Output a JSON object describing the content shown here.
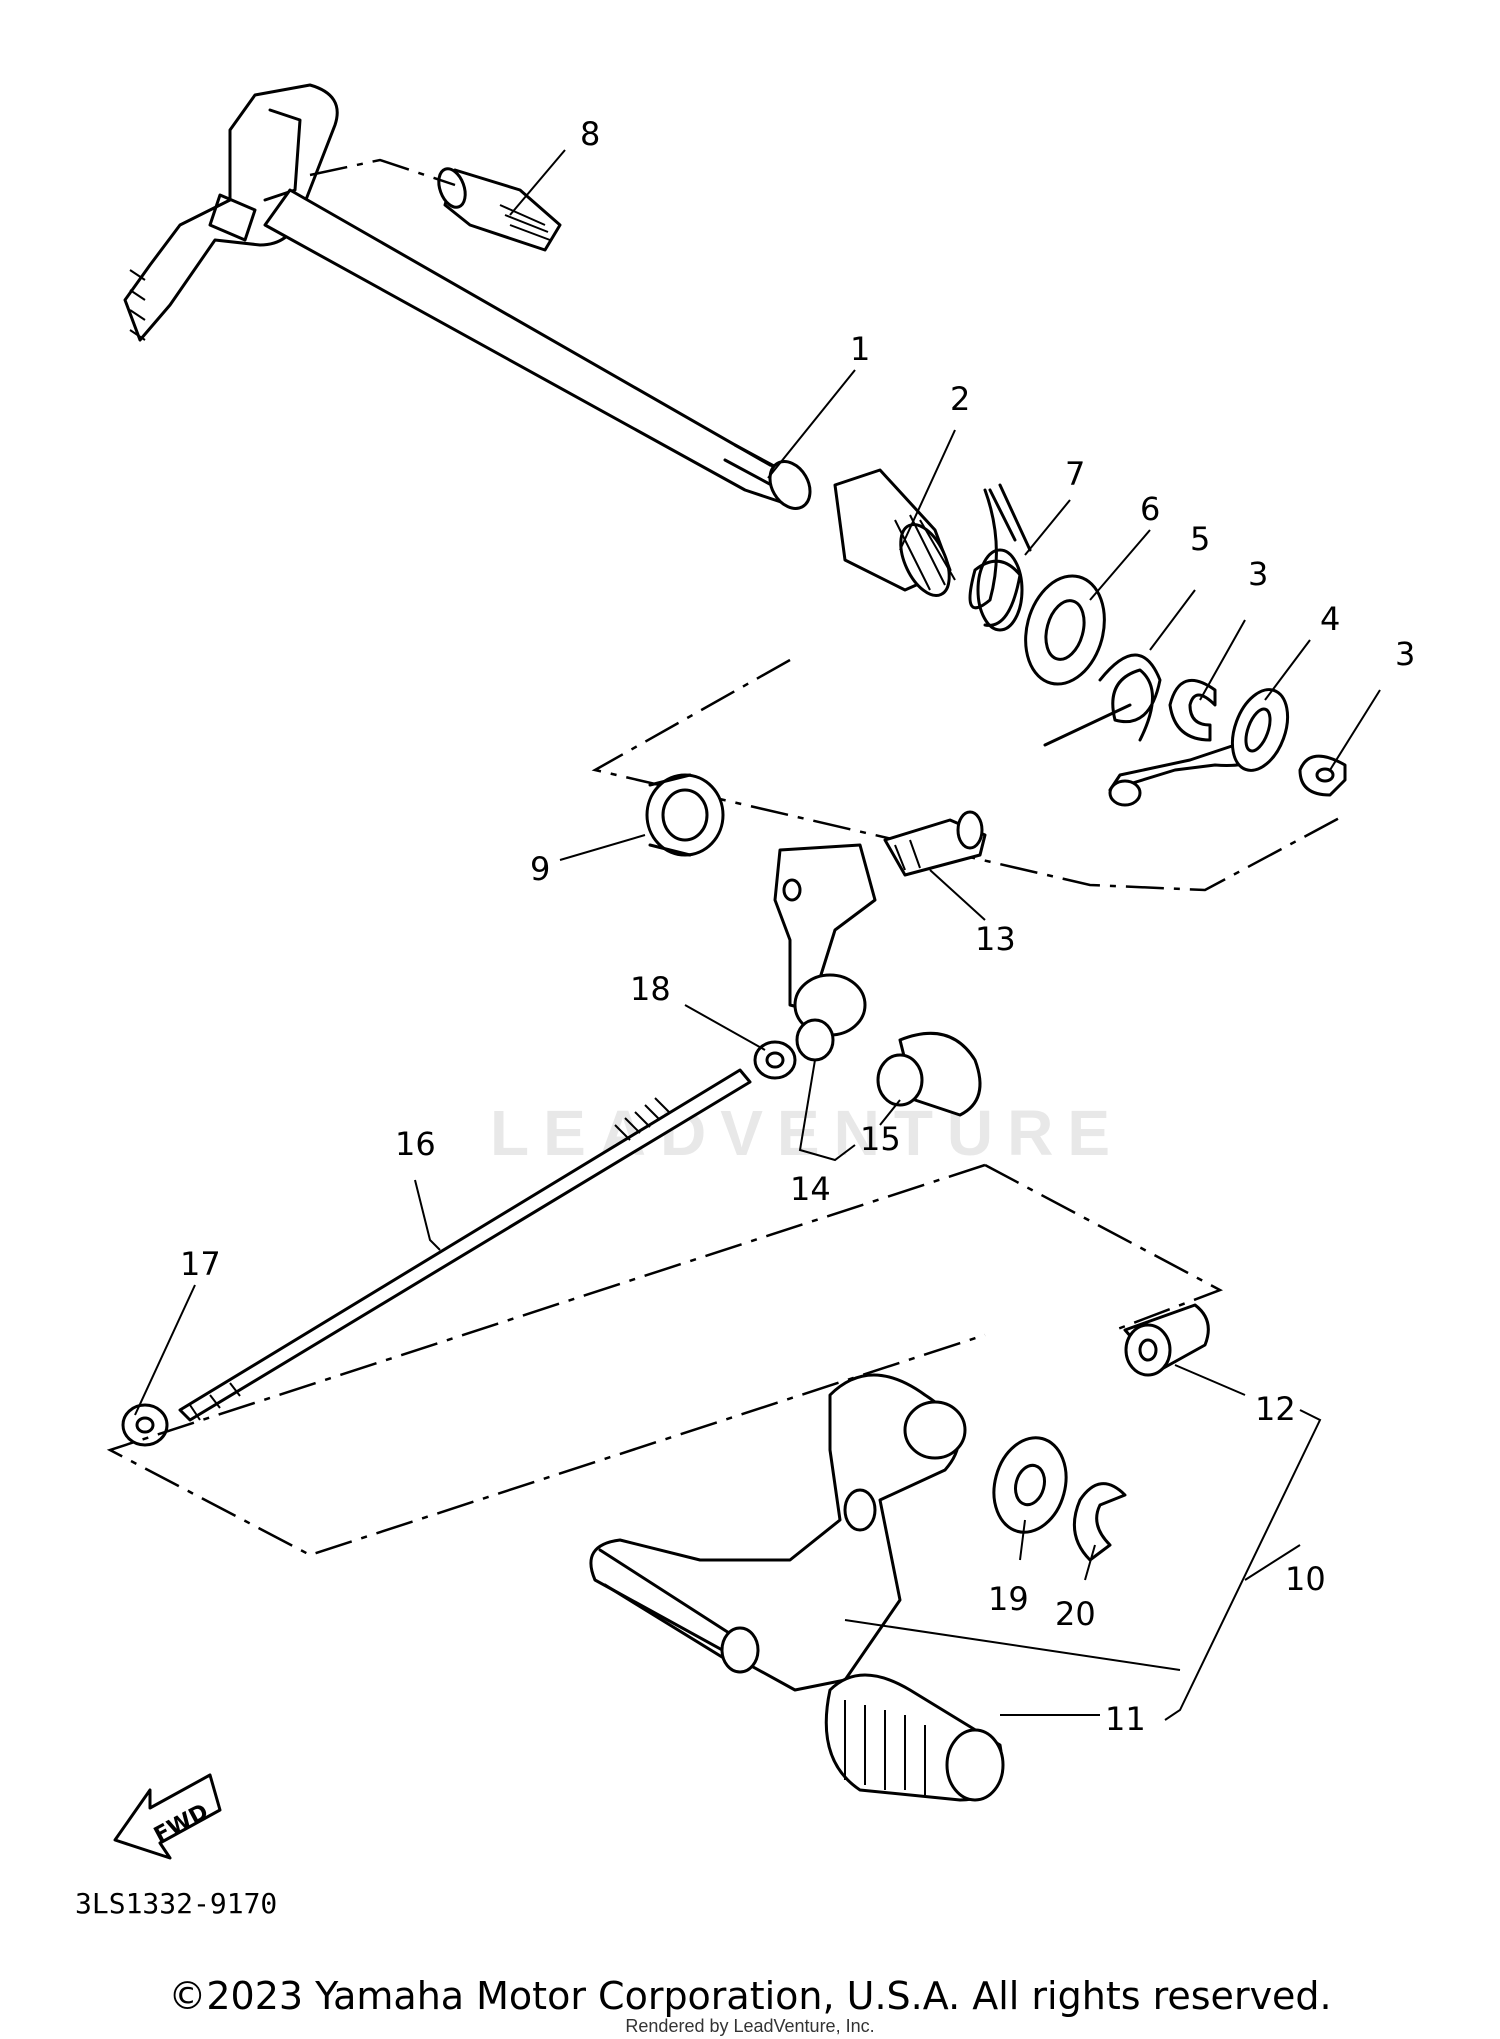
{
  "diagram": {
    "watermark": "LEADVENTURE",
    "drawing_code": "3LS1332-9170",
    "fwd_label": "FWD",
    "callouts": {
      "c1": "1",
      "c2": "2",
      "c3a": "3",
      "c3b": "3",
      "c4": "4",
      "c5": "5",
      "c6": "6",
      "c7": "7",
      "c8": "8",
      "c9": "9",
      "c10": "10",
      "c11": "11",
      "c12": "12",
      "c13": "13",
      "c14": "14",
      "c15": "15",
      "c16": "16",
      "c17": "17",
      "c18": "18",
      "c19": "19",
      "c20": "20"
    }
  },
  "footer": {
    "copyright": "©2023 Yamaha Motor Corporation, U.S.A. All rights reserved.",
    "rendered_by": "Rendered by LeadVenture, Inc."
  }
}
